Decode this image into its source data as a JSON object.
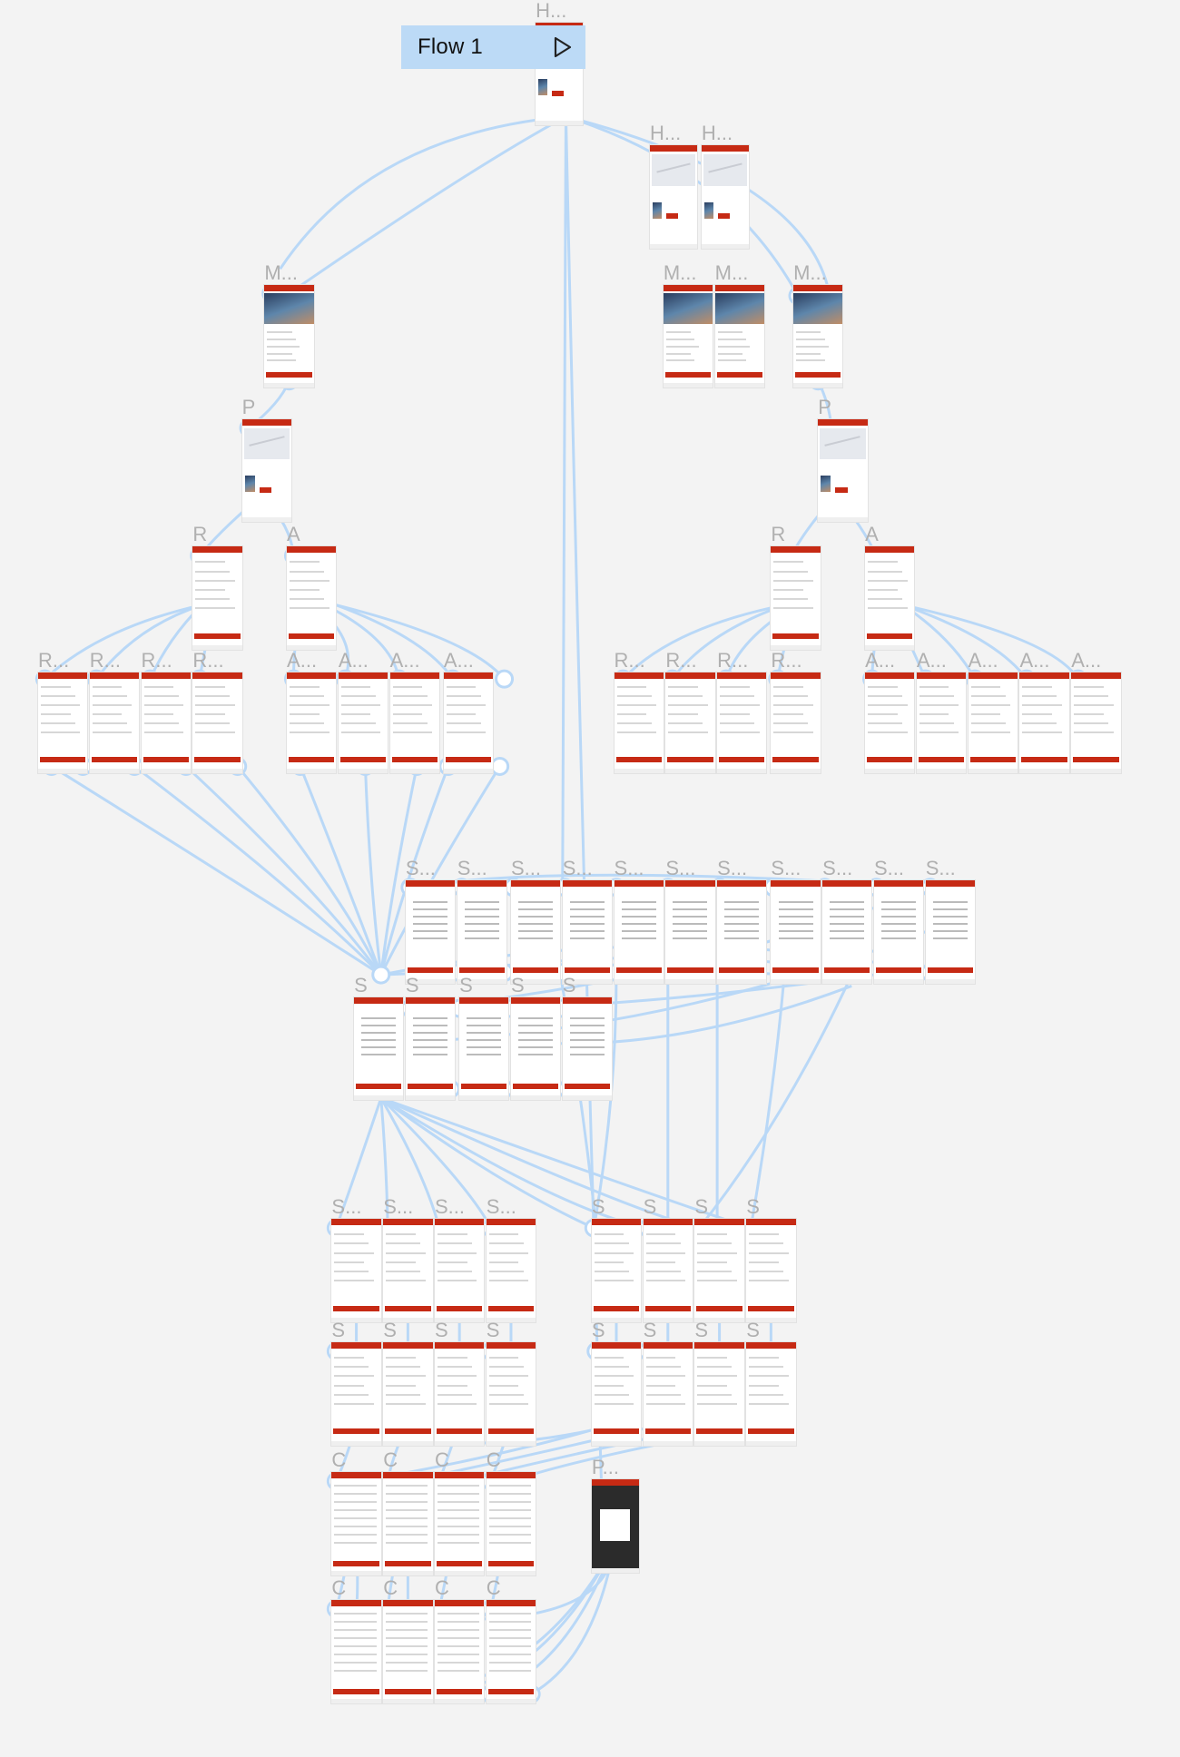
{
  "canvas": {
    "background": "#f3f3f3",
    "wire_color": "#b9d8f7",
    "accent": "#c62a14"
  },
  "flow": {
    "label": "Flow 1",
    "icon": "play-triangle-icon"
  },
  "frames": [
    {
      "label": "H...",
      "kind": "map"
    },
    {
      "label": "H...",
      "kind": "map"
    },
    {
      "label": "H...",
      "kind": "map"
    },
    {
      "label": "M...",
      "kind": "movie"
    },
    {
      "label": "M...",
      "kind": "movie"
    },
    {
      "label": "M...",
      "kind": "movie"
    },
    {
      "label": "M...",
      "kind": "movie"
    },
    {
      "label": "P",
      "kind": "map"
    },
    {
      "label": "P",
      "kind": "map"
    },
    {
      "label": "R",
      "kind": "list"
    },
    {
      "label": "A",
      "kind": "list"
    },
    {
      "label": "R",
      "kind": "list"
    },
    {
      "label": "A",
      "kind": "list"
    },
    {
      "label": "R...",
      "kind": "list"
    },
    {
      "label": "R...",
      "kind": "list"
    },
    {
      "label": "R...",
      "kind": "list"
    },
    {
      "label": "R...",
      "kind": "list"
    },
    {
      "label": "A...",
      "kind": "list"
    },
    {
      "label": "A...",
      "kind": "list"
    },
    {
      "label": "A...",
      "kind": "list"
    },
    {
      "label": "A...",
      "kind": "list"
    },
    {
      "label": "R...",
      "kind": "list"
    },
    {
      "label": "R...",
      "kind": "list"
    },
    {
      "label": "R...",
      "kind": "list"
    },
    {
      "label": "R...",
      "kind": "list"
    },
    {
      "label": "A...",
      "kind": "list"
    },
    {
      "label": "A...",
      "kind": "list"
    },
    {
      "label": "A...",
      "kind": "list"
    },
    {
      "label": "A...",
      "kind": "list"
    },
    {
      "label": "A...",
      "kind": "list"
    },
    {
      "label": "S...",
      "kind": "seat"
    },
    {
      "label": "S...",
      "kind": "seat"
    },
    {
      "label": "S...",
      "kind": "seat"
    },
    {
      "label": "S...",
      "kind": "seat"
    },
    {
      "label": "S...",
      "kind": "seat"
    },
    {
      "label": "S...",
      "kind": "seat"
    },
    {
      "label": "S...",
      "kind": "seat"
    },
    {
      "label": "S...",
      "kind": "seat"
    },
    {
      "label": "S...",
      "kind": "seat"
    },
    {
      "label": "S...",
      "kind": "seat"
    },
    {
      "label": "S...",
      "kind": "seat"
    },
    {
      "label": "S",
      "kind": "seat"
    },
    {
      "label": "S",
      "kind": "seat"
    },
    {
      "label": "S",
      "kind": "seat"
    },
    {
      "label": "S",
      "kind": "seat"
    },
    {
      "label": "S",
      "kind": "seat"
    },
    {
      "label": "S...",
      "kind": "ticket"
    },
    {
      "label": "S...",
      "kind": "ticket"
    },
    {
      "label": "S...",
      "kind": "ticket"
    },
    {
      "label": "S...",
      "kind": "ticket"
    },
    {
      "label": "S",
      "kind": "ticket"
    },
    {
      "label": "S",
      "kind": "ticket"
    },
    {
      "label": "S",
      "kind": "ticket"
    },
    {
      "label": "S",
      "kind": "ticket"
    },
    {
      "label": "S",
      "kind": "summary"
    },
    {
      "label": "S",
      "kind": "summary"
    },
    {
      "label": "S",
      "kind": "summary"
    },
    {
      "label": "S",
      "kind": "summary"
    },
    {
      "label": "S",
      "kind": "summary"
    },
    {
      "label": "S",
      "kind": "summary"
    },
    {
      "label": "S",
      "kind": "summary"
    },
    {
      "label": "S",
      "kind": "summary"
    },
    {
      "label": "C",
      "kind": "form"
    },
    {
      "label": "C",
      "kind": "form"
    },
    {
      "label": "C",
      "kind": "form"
    },
    {
      "label": "C",
      "kind": "form"
    },
    {
      "label": "P...",
      "kind": "popup"
    },
    {
      "label": "C",
      "kind": "form"
    },
    {
      "label": "C",
      "kind": "form"
    },
    {
      "label": "C",
      "kind": "form"
    },
    {
      "label": "C",
      "kind": "form"
    }
  ]
}
